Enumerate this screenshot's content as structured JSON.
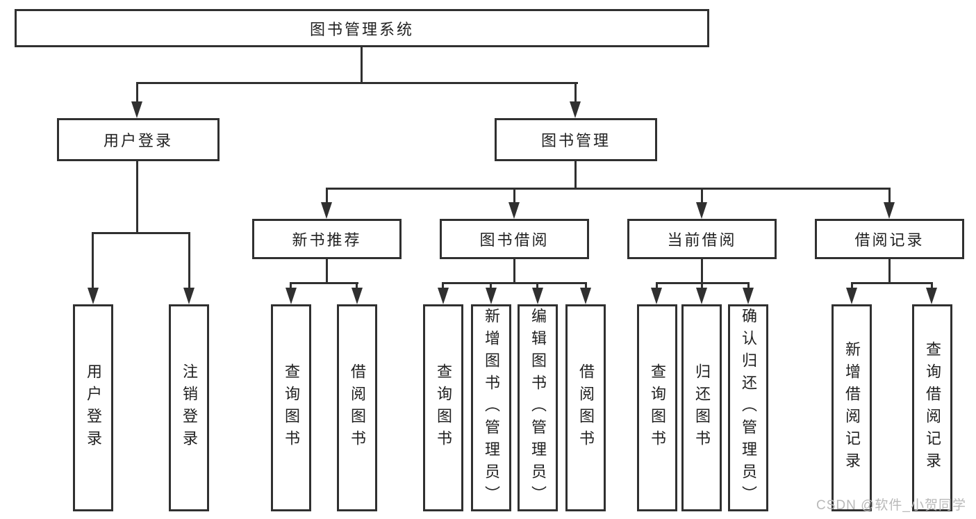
{
  "tree": {
    "root": {
      "label": "图书管理系统"
    },
    "children": [
      {
        "label": "用户登录",
        "children": [
          {
            "label": "用户登录"
          },
          {
            "label": "注销登录"
          }
        ]
      },
      {
        "label": "图书管理",
        "children": [
          {
            "label": "新书推荐",
            "children": [
              {
                "label": "查询图书"
              },
              {
                "label": "借阅图书"
              }
            ]
          },
          {
            "label": "图书借阅",
            "children": [
              {
                "label": "查询图书"
              },
              {
                "label": "新增图书（管理员）"
              },
              {
                "label": "编辑图书（管理员）"
              },
              {
                "label": "借阅图书"
              }
            ]
          },
          {
            "label": "当前借阅",
            "children": [
              {
                "label": "查询图书"
              },
              {
                "label": "归还图书"
              },
              {
                "label": "确认归还（管理员）"
              }
            ]
          },
          {
            "label": "借阅记录",
            "children": [
              {
                "label": "新增借阅记录"
              },
              {
                "label": "查询借阅记录"
              }
            ]
          }
        ]
      }
    ]
  },
  "watermark": {
    "text": "CSDN @软件_小贺同学"
  },
  "colors": {
    "line": "#303030",
    "box_border": "#303030",
    "box_fill": "#ffffff",
    "text": "#212121",
    "watermark": "#b9b9b9",
    "background": "#ffffff"
  }
}
